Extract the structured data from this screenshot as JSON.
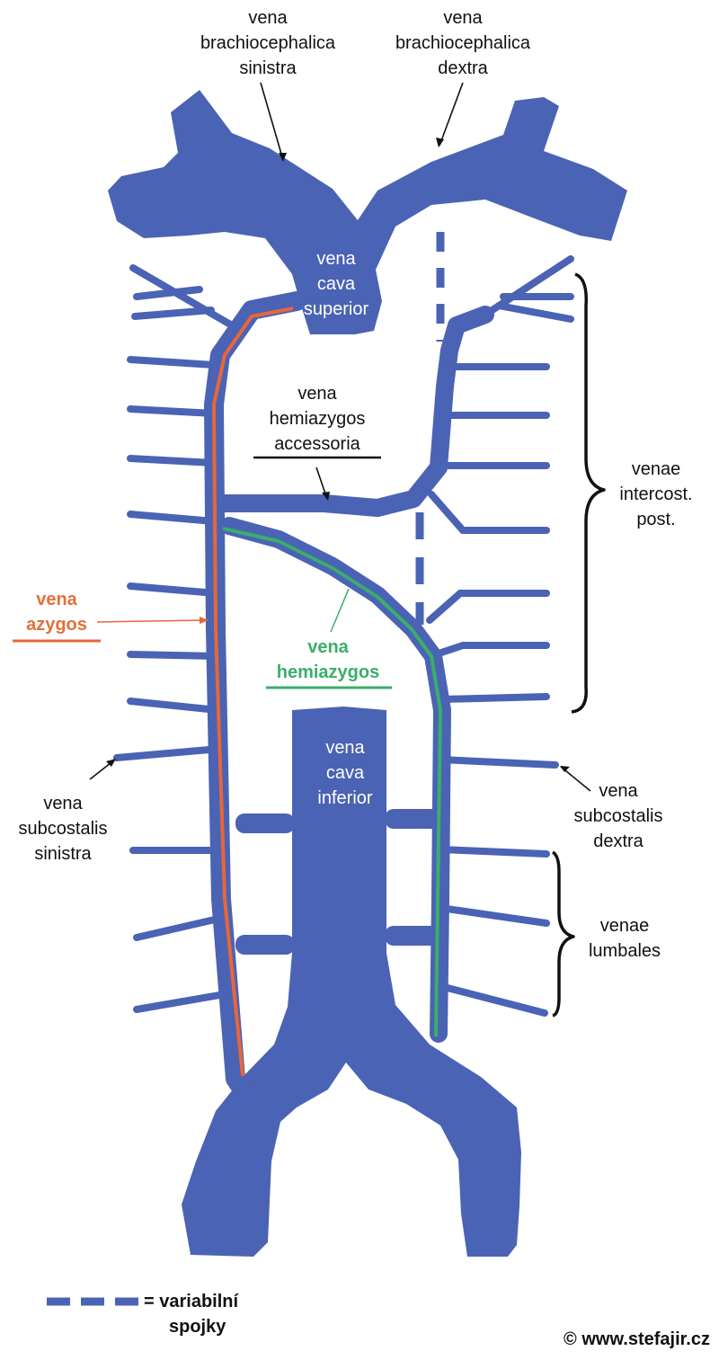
{
  "labels": {
    "bc_sin": [
      "vena",
      "brachiocephalica",
      "sinistra"
    ],
    "bc_dex": [
      "vena",
      "brachiocephalica",
      "dextra"
    ],
    "vcs": [
      "vena",
      "cava",
      "superior"
    ],
    "hemi_acc": [
      "vena",
      "hemiazygos",
      "accessoria"
    ],
    "intercost": [
      "venae",
      "intercost.",
      "post."
    ],
    "azygos": [
      "vena",
      "azygos"
    ],
    "hemiazygos": [
      "vena",
      "hemiazygos"
    ],
    "vci": [
      "vena",
      "cava",
      "inferior"
    ],
    "subcost_sin": [
      "vena",
      "subcostalis",
      "sinistra"
    ],
    "subcost_dex": [
      "vena",
      "subcostalis",
      "dextra"
    ],
    "lumbales": [
      "venae",
      "lumbales"
    ]
  },
  "legend": {
    "text": [
      "= variabilní",
      "spojky"
    ]
  },
  "copyright": "© www.stefajir.cz",
  "colors": {
    "vein": "#4a63b4",
    "vein_dark": "#3a529e",
    "azygos": "#e8663a",
    "hemiazygos": "#3aae6a",
    "ink": "#111111"
  }
}
